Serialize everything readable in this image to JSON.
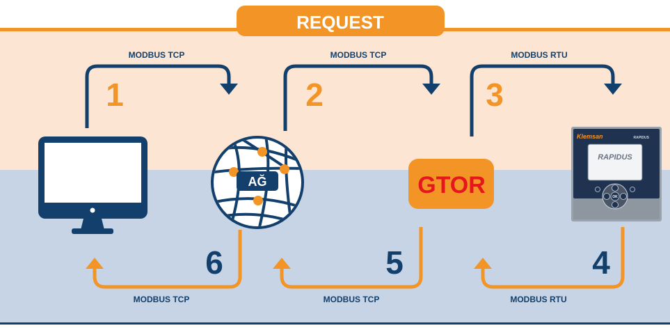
{
  "header": {
    "title": "REQUEST"
  },
  "request_flow": [
    {
      "step": "1",
      "protocol": "MODBUS TCP"
    },
    {
      "step": "2",
      "protocol": "MODBUS TCP"
    },
    {
      "step": "3",
      "protocol": "MODBUS RTU"
    }
  ],
  "response_flow": [
    {
      "step": "4",
      "protocol": "MODBUS RTU"
    },
    {
      "step": "5",
      "protocol": "MODBUS TCP"
    },
    {
      "step": "6",
      "protocol": "MODBUS TCP"
    }
  ],
  "network": {
    "label": "AĞ"
  },
  "gateway": {
    "label": "GTOR"
  },
  "device": {
    "brand": "Klemsan",
    "model_small": "RAPIDUS",
    "screen_text": "RAPIDUS",
    "ok_label": "OK"
  },
  "colors": {
    "orange": "#F39426",
    "navy": "#123F6B",
    "top_band": "#FCE6D3",
    "bottom_band": "#C7D4E6",
    "gtor_text": "#E5161C"
  },
  "icons": {
    "computer": "monitor-icon",
    "network": "network-globe-icon",
    "device": "energy-meter-icon"
  }
}
